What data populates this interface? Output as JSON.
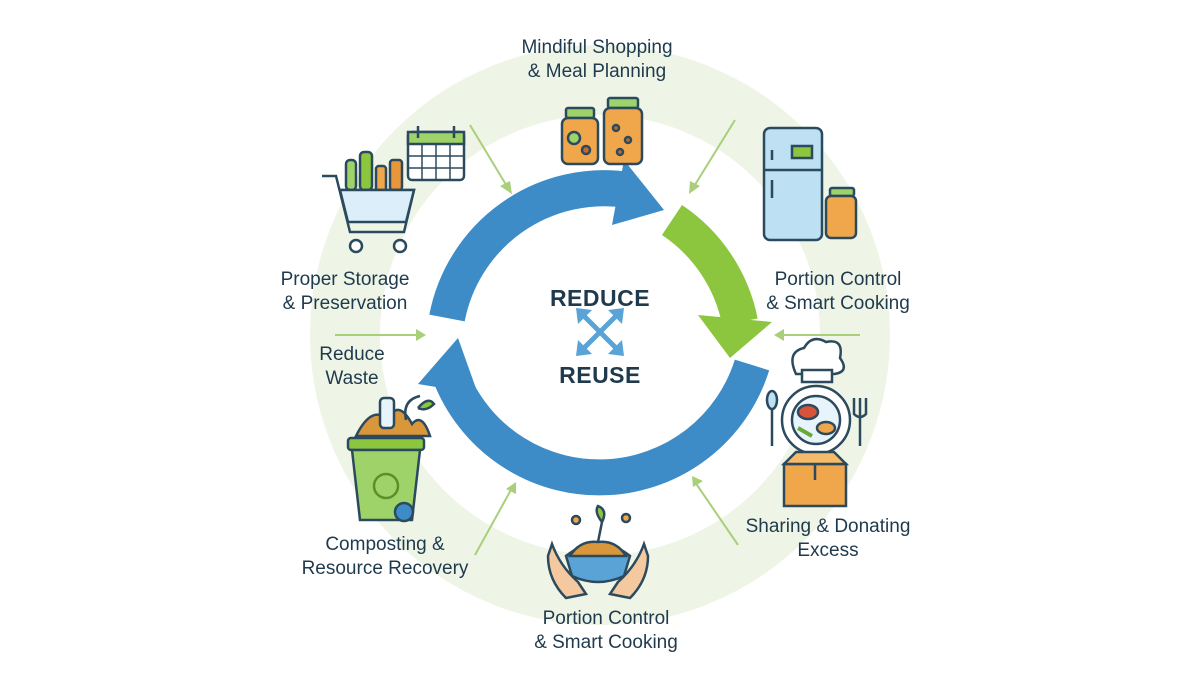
{
  "center": {
    "top_word": "REDUCE",
    "bottom_word": "REUSE"
  },
  "nodes": [
    {
      "lines": [
        "Mindiful Shopping",
        "& Meal Planning"
      ],
      "icon": "jars-icon"
    },
    {
      "lines": [
        "Portion Control",
        "& Smart Cooking"
      ],
      "icon": "fridge-icon"
    },
    {
      "lines": [
        "Sharing & Donating",
        "Excess"
      ],
      "icon": "meal-box-icon"
    },
    {
      "lines": [
        "Portion Control",
        "& Smart Cooking"
      ],
      "icon": "hands-bowl-icon"
    },
    {
      "lines": [
        "Composting &",
        "Resource Recovery"
      ],
      "icon": "compost-bin-icon"
    },
    {
      "lines": [
        "Reduce",
        "Waste"
      ],
      "icon": "none"
    },
    {
      "lines": [
        "Proper Storage",
        "& Preservation"
      ],
      "icon": "cart-calendar-icon"
    }
  ],
  "colors": {
    "blue": "#3d8cc7",
    "green": "#8cc63f",
    "ring": "#eaf3e0",
    "text": "#1f3a4d",
    "orange": "#e8963a"
  }
}
